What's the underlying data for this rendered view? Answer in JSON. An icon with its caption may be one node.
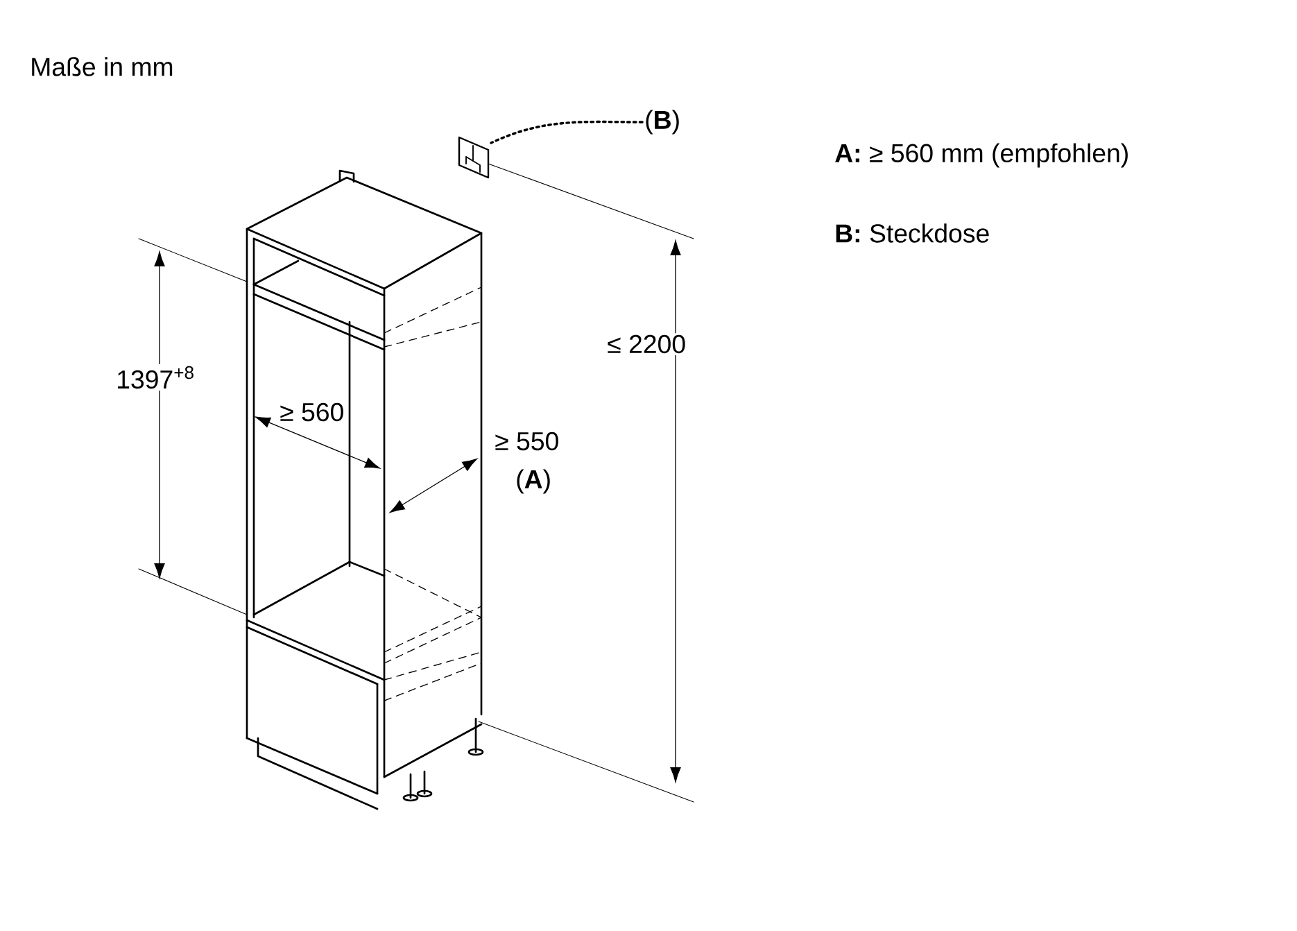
{
  "diagram": {
    "nodes": [
      {
        "text": [],
        "shape": "picture"
      },
      {
        "text": [
          "(**B**)"
        ]
      }
    ],
    "edges": [
      {
        "from": 1,
        "to": 0,
        "arrow": "none",
        "style": "dashed"
      }
    ],
    "labels": [
      "Maße in mm",
      "**A:** ≥ 560 mm (empfohlen)",
      "**B:** Steckdose",
      "≤ 2200",
      "1397$^{+8}$",
      "≥ 560",
      "≥ 550",
      "(**A**)"
    ]
  }
}
